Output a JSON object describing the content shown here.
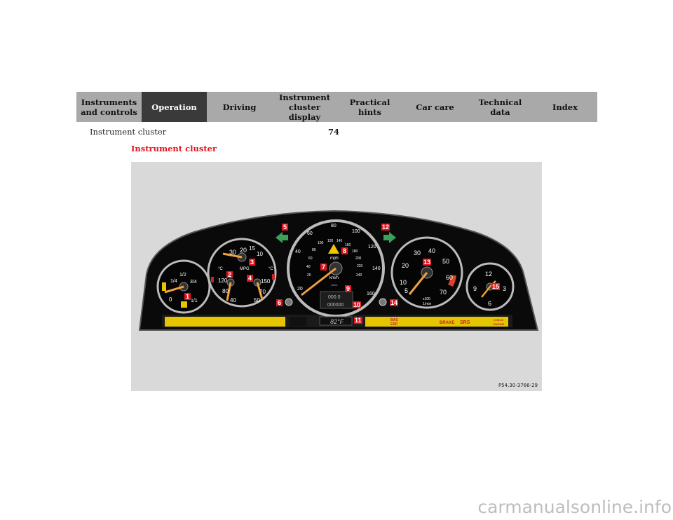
{
  "nav": {
    "tabs": [
      {
        "label": "Instruments\nand controls",
        "active": false
      },
      {
        "label": "Operation",
        "active": true
      },
      {
        "label": "Driving",
        "active": false
      },
      {
        "label": "Instrument\ncluster display",
        "active": false
      },
      {
        "label": "Practical hints",
        "active": false
      },
      {
        "label": "Car care",
        "active": false
      },
      {
        "label": "Technical\ndata",
        "active": false
      },
      {
        "label": "Index",
        "active": false
      }
    ]
  },
  "header": {
    "title": "Instrument cluster",
    "page_number": "74"
  },
  "section_heading": "Instrument cluster",
  "figure": {
    "code": "P54.30-3766-29",
    "callouts": [
      "1",
      "2",
      "3",
      "4",
      "5",
      "6",
      "7",
      "8",
      "9",
      "10",
      "11",
      "12",
      "13",
      "14",
      "15"
    ],
    "fuel_gauge": {
      "ticks": [
        "0",
        "1/4",
        "1/2",
        "3/4",
        "1/1"
      ]
    },
    "economy_gauge": {
      "ticks": [
        "30",
        "20",
        "15",
        "10"
      ],
      "unit": "MPG"
    },
    "coolant_gauge": {
      "ticks": [
        "120",
        "80",
        "40"
      ],
      "unit": "°C"
    },
    "oil_gauge": {
      "ticks": [
        "150",
        "70",
        "50"
      ],
      "unit": "°C"
    },
    "speedometer": {
      "mph_ticks": [
        "20",
        "40",
        "60",
        "80",
        "100",
        "120",
        "140",
        "160"
      ],
      "kmh_ticks": [
        "20",
        "40",
        "60",
        "80",
        "100",
        "120",
        "140",
        "160",
        "180",
        "200",
        "220",
        "240"
      ],
      "units_mph": "mph",
      "units_kmh": "km/h",
      "units_miles": "miles",
      "trip_reading": "000.0",
      "odo_reading": "000000"
    },
    "tachometer": {
      "ticks": [
        "5",
        "10",
        "20",
        "30",
        "40",
        "50",
        "60",
        "70"
      ],
      "unit_top": "x100",
      "unit_bottom": "1/min"
    },
    "clock": {
      "ticks": [
        "12",
        "3",
        "6",
        "9"
      ]
    },
    "temperature_display": "82°F",
    "indicator_labels": {
      "bas_esp_top": "BAS",
      "bas_esp_bottom": "ESP",
      "brake": "BRAKE",
      "srs": "SRS",
      "check_top": "CHECK",
      "check_bottom": "ENGINE"
    }
  },
  "watermark": "carmanualsonline.info",
  "colors": {
    "active_tab": "#3a3a3a",
    "tab": "#a9a9a9",
    "heading": "#e1141e",
    "callout": "#e1141e",
    "needle": "#f0a040",
    "arrow": "#3aa05a"
  }
}
